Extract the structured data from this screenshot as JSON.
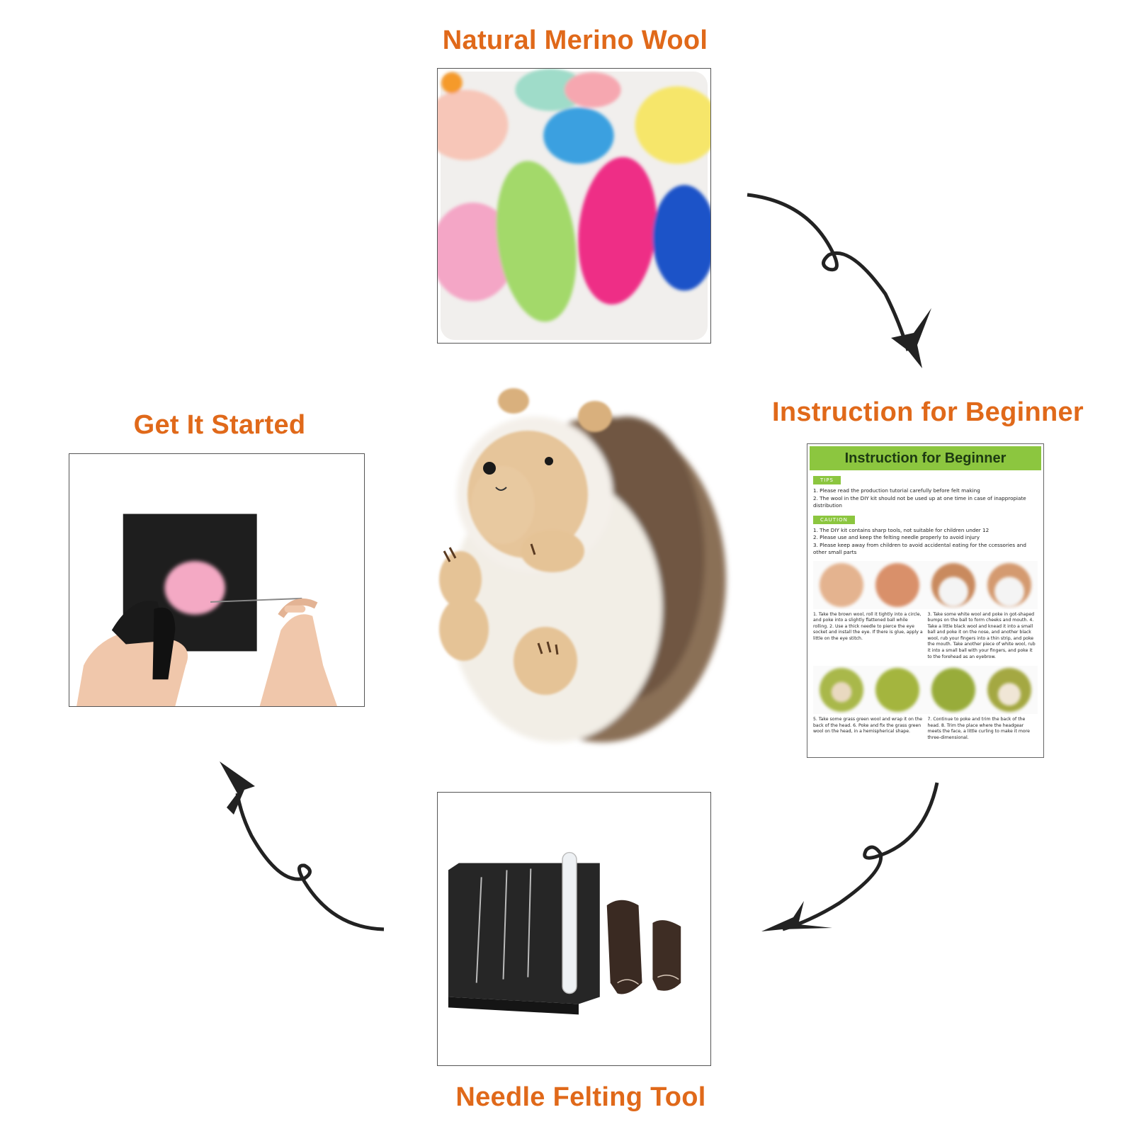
{
  "captions": {
    "top": "Natural Merino Wool",
    "right": "Instruction for Beginner",
    "bottom": "Needle Felting Tool",
    "left": "Get It Started"
  },
  "sheet": {
    "title": "Instruction for Beginner",
    "tips_tag": "TIPS",
    "tips": [
      "1. Please read the production tutorial carefully before felt making",
      "2. The wool in the DIY kit should not be used up at one time in case of inappropiate distribution"
    ],
    "caution_tag": "CAUTION",
    "caution": [
      "1. The DIY kit contains sharp tools, not suitable for children under 12",
      "2. Please use and keep the felting needle properly to avoid injury",
      "3. Please keep away from children to avoid accidental eating for the ccessories and other small parts"
    ],
    "steps_a_left": "1. Take the brown wool, roll it tightly into a circle, and poke into a slightly flattened ball while rolling. 2. Use a thick needle to pierce the eye socket and install the eye. If there is glue, apply a little on the eye stitch.",
    "steps_a_right": "3. Take some white wool and poke in got-shaped bumps on the ball to form cheeks and mouth. 4. Take a little black wool and knead it into a small ball and poke it on the nose, and another black wool, rub your fingers into a thin strip, and poke the mouth. Take another piece of white wool, rub it into a small ball with your fingers, and poke it to the forehead as an eyebrow.",
    "steps_b_left": "5. Take some grass green wool and wrap it on the back of the head. 6. Poke and fix the grass green wool on the head, in a hemispherical shape.",
    "steps_b_right": "7. Continue to poke and trim the back of the head. 8. Trim the place where the headgear meets the face, a little curling to make it more three-dimensional."
  },
  "colors": {
    "caption": "#e0691a",
    "sheet_green": "#8cc63f",
    "arrow": "#222222"
  },
  "icons": {
    "arrows": "curved-arrow-icon"
  }
}
